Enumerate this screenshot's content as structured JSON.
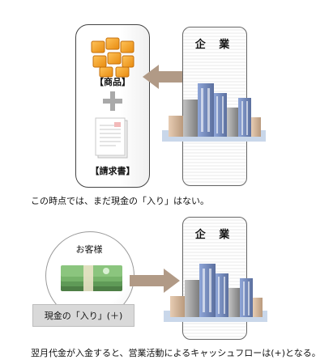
{
  "top_scene": {
    "company_label": "企 業",
    "goods_label": "【商品】",
    "invoice_label": "【請求書】",
    "caption": "この時点では、まだ現金の「入り」はない。"
  },
  "bottom_scene": {
    "company_label": "企 業",
    "customer_label": "お客様",
    "cash_in_label": "現金の「入り」(＋)",
    "caption": "翌月代金が入金すると、営業活動によるキャッシュフローは(+)となる。"
  },
  "colors": {
    "arrow": "#b19a86",
    "goods_box": "#f2a21b",
    "plus": "#a9a9a9",
    "money": "#5f9a57"
  }
}
